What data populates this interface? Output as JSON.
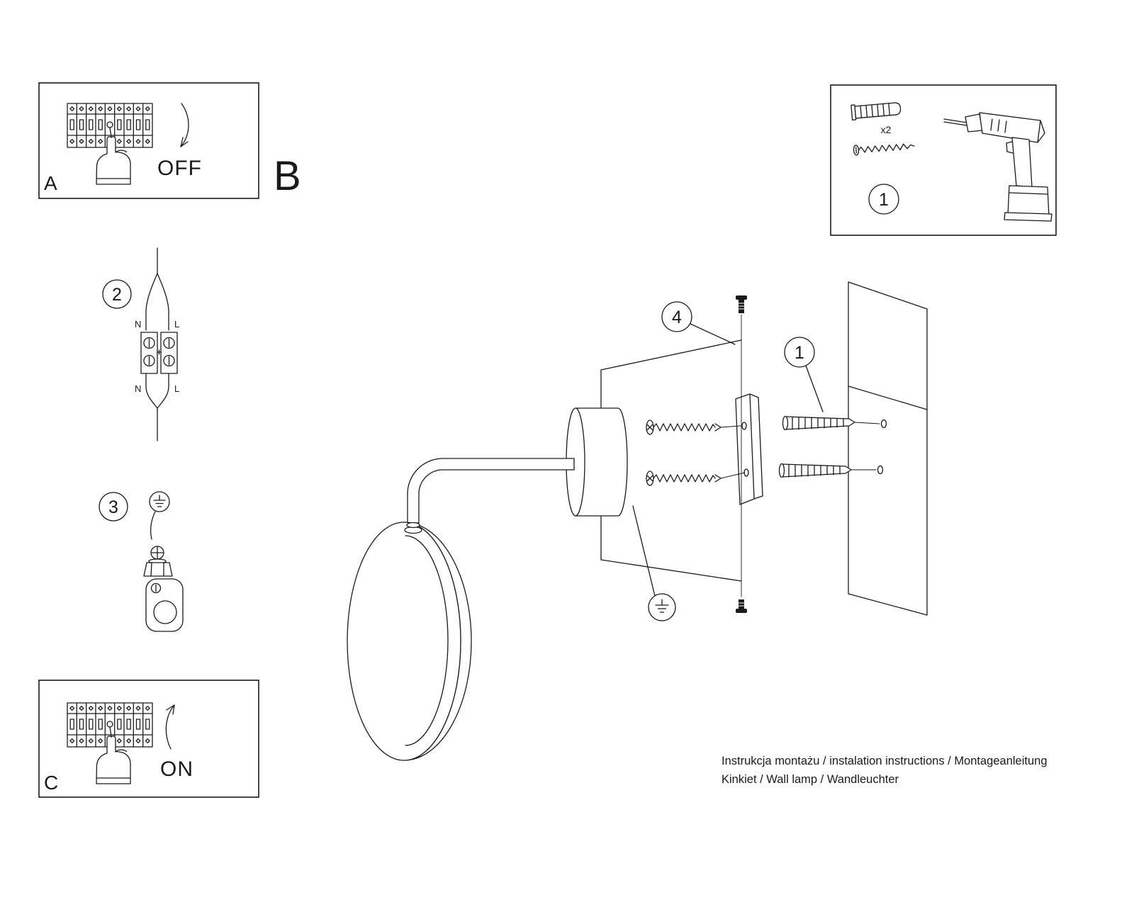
{
  "panels": {
    "a": {
      "label": "A",
      "action": "OFF"
    },
    "b": {
      "label": "B"
    },
    "c": {
      "label": "C",
      "action": "ON"
    }
  },
  "kit": {
    "step": "1",
    "screw_count": "x2"
  },
  "wiring": {
    "step": "2",
    "labels": {
      "in_n": "N",
      "in_l": "L",
      "out_n": "N",
      "out_l": "L"
    }
  },
  "grounding": {
    "step": "3"
  },
  "mounting": {
    "plate_step": "4",
    "anchor_step": "1"
  },
  "footer": {
    "line1": "Instrukcja montażu / instalation instructions / Montageanleitung",
    "line2": "Kinkiet / Wall lamp / Wandleuchter"
  }
}
